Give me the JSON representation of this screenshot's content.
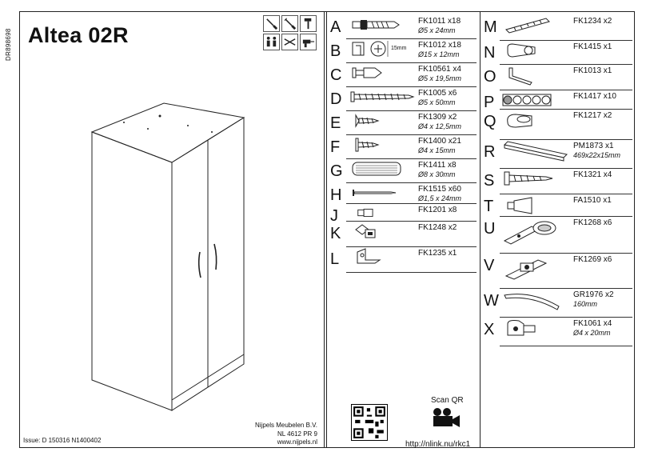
{
  "document": {
    "side_code": "DR898698",
    "title": "Altea 02R",
    "company": [
      "Nijpels Meubelen B.V.",
      "NL 4612 PR 9",
      "www.nijpels.nl"
    ],
    "issue": "Issue: D 150316 N1400402"
  },
  "parts_left": [
    {
      "letter": "A",
      "code": "FK1011",
      "qty": "x18",
      "dim": "Ø5 x 24mm",
      "icon": "dowel-screw-icon"
    },
    {
      "letter": "B",
      "code": "FK1012",
      "qty": "x18",
      "dim": "Ø15 x 12mm",
      "icon": "cam-lock-icon",
      "note": "15mm"
    },
    {
      "letter": "C",
      "code": "FK10561",
      "qty": "x4",
      "dim": "Ø5 x 19,5mm",
      "icon": "connector-bolt-icon"
    },
    {
      "letter": "D",
      "code": "FK1005",
      "qty": "x6",
      "dim": "Ø5 x 50mm",
      "icon": "long-screw-icon"
    },
    {
      "letter": "E",
      "code": "FK1309",
      "qty": "x2",
      "dim": "Ø4 x 12,5mm",
      "icon": "short-screw-icon"
    },
    {
      "letter": "F",
      "code": "FK1400",
      "qty": "x21",
      "dim": "Ø4 x 15mm",
      "icon": "flat-screw-icon"
    },
    {
      "letter": "G",
      "code": "FK1411",
      "qty": "x8",
      "dim": "Ø8 x 30mm",
      "icon": "wood-dowel-icon"
    },
    {
      "letter": "H",
      "code": "FK1515",
      "qty": "x60",
      "dim": "Ø1,5 x 24mm",
      "icon": "nail-icon"
    },
    {
      "letter": "J",
      "code": "FK1201",
      "qty": "x8",
      "dim": "",
      "icon": "shelf-pin-icon"
    },
    {
      "letter": "K",
      "code": "FK1248",
      "qty": "x2",
      "dim": "",
      "icon": "bracket-icon"
    },
    {
      "letter": "L",
      "code": "FK1235",
      "qty": "x1",
      "dim": "",
      "icon": "angle-bracket-icon"
    }
  ],
  "parts_right": [
    {
      "letter": "M",
      "code": "FK1234",
      "qty": "x2",
      "dim": "",
      "icon": "anti-tip-strip-icon"
    },
    {
      "letter": "N",
      "code": "FK1415",
      "qty": "x1",
      "dim": "",
      "icon": "clip-icon"
    },
    {
      "letter": "O",
      "code": "FK1013",
      "qty": "x1",
      "dim": "",
      "icon": "allen-key-icon"
    },
    {
      "letter": "P",
      "code": "FK1417",
      "qty": "x10",
      "dim": "",
      "icon": "cover-caps-icon"
    },
    {
      "letter": "Q",
      "code": "FK1217",
      "qty": "x2",
      "dim": "",
      "icon": "rail-support-icon"
    },
    {
      "letter": "R",
      "code": "PM1873",
      "qty": "x1",
      "dim": "469x22x15mm",
      "icon": "hanging-rail-icon"
    },
    {
      "letter": "S",
      "code": "FK1321",
      "qty": "x4",
      "dim": "",
      "icon": "hinge-screw-icon"
    },
    {
      "letter": "T",
      "code": "FA1510",
      "qty": "x1",
      "dim": "",
      "icon": "glue-tube-icon"
    },
    {
      "letter": "U",
      "code": "FK1268",
      "qty": "x6",
      "dim": "",
      "icon": "hinge-icon"
    },
    {
      "letter": "V",
      "code": "FK1269",
      "qty": "x6",
      "dim": "",
      "icon": "hinge-plate-icon"
    },
    {
      "letter": "W",
      "code": "GR1976",
      "qty": "x2",
      "dim": "160mm",
      "icon": "handle-icon"
    },
    {
      "letter": "X",
      "code": "FK1061",
      "qty": "x4",
      "dim": "Ø4 x 20mm",
      "icon": "hinge-cap-icon"
    }
  ],
  "qr": {
    "label": "Scan QR",
    "url": "http://nlink.nu/rkc1"
  },
  "colors": {
    "line": "#222222",
    "cap_fill": "#999999"
  }
}
